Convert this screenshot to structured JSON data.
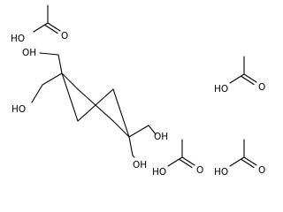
{
  "molecule": {
    "atom_labels": {
      "acetic_acid_1_oh": "HO",
      "acetic_acid_1_o": "O",
      "acetic_acid_2_oh": "HO",
      "acetic_acid_2_o": "O",
      "acetic_acid_3_oh": "HO",
      "acetic_acid_3_o": "O",
      "acetic_acid_4_oh": "HO",
      "acetic_acid_4_o": "O",
      "spiro_oh_1": "OH",
      "spiro_oh_2": "HO",
      "spiro_oh_3": "OH",
      "spiro_oh_4": "OH"
    }
  }
}
